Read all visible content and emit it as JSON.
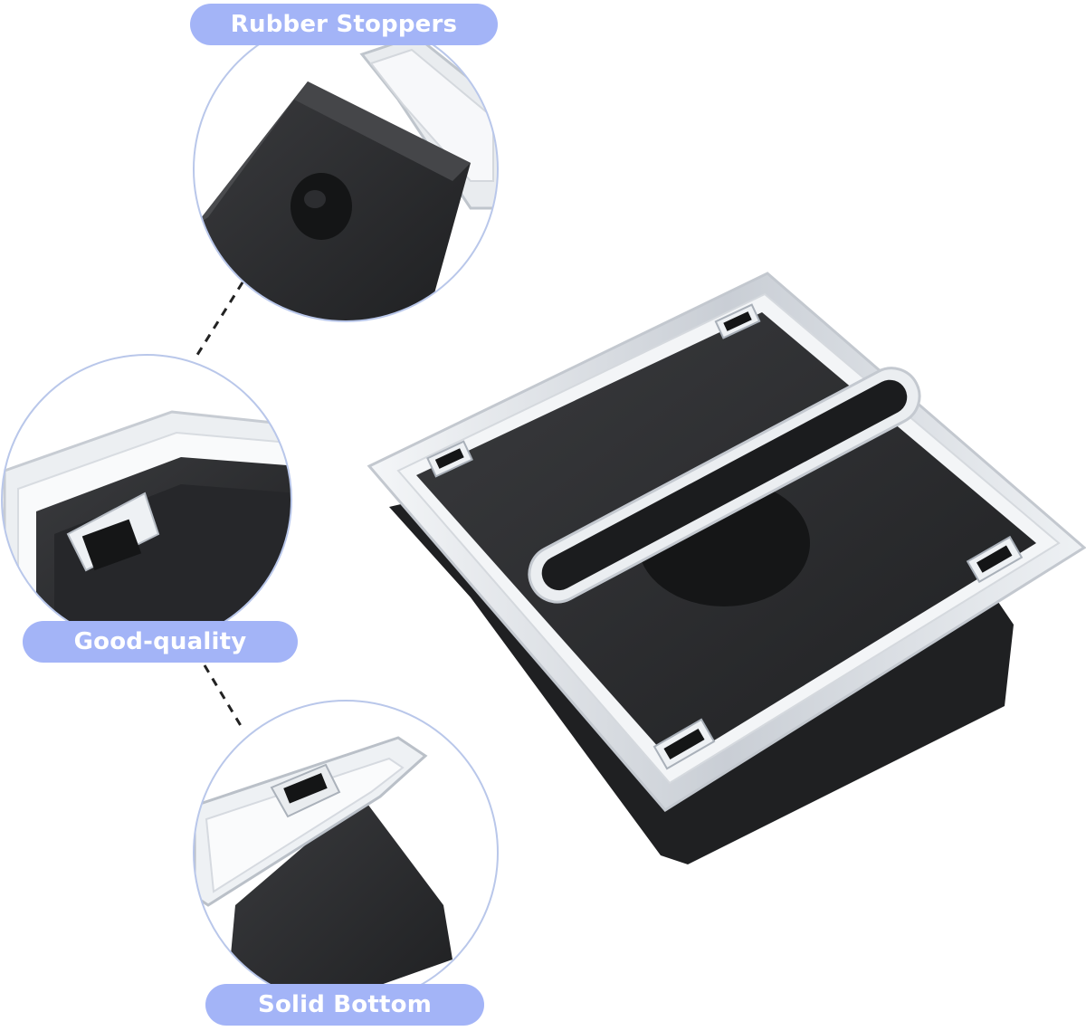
{
  "labels": {
    "rubber_stoppers": "Rubber Stoppers",
    "good_quality": "Good-quality",
    "solid_bottom": "Solid Bottom"
  },
  "colors": {
    "pill_fill": "#a3b4f7",
    "pill_text": "#ffffff",
    "circle_border": "#b9c7ea",
    "plastic_black": "#2b2c2e",
    "acrylic_edge": "#dfe3e8"
  }
}
